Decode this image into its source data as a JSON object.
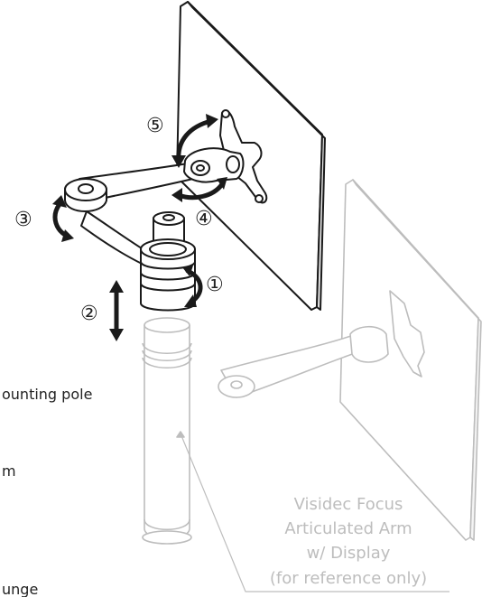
{
  "step_markers": [
    {
      "id": "1",
      "label": "①"
    },
    {
      "id": "2",
      "label": "②"
    },
    {
      "id": "3",
      "label": "③"
    },
    {
      "id": "4",
      "label": "④"
    },
    {
      "id": "5",
      "label": "⑤"
    }
  ],
  "side_labels": {
    "mounting_pole": "ounting pole",
    "arm": "m",
    "flange": "unge"
  },
  "reference_note": {
    "line1": "Visidec Focus",
    "line2": "Articulated Arm",
    "line3": "w/ Display",
    "line4": "(for reference only)"
  }
}
